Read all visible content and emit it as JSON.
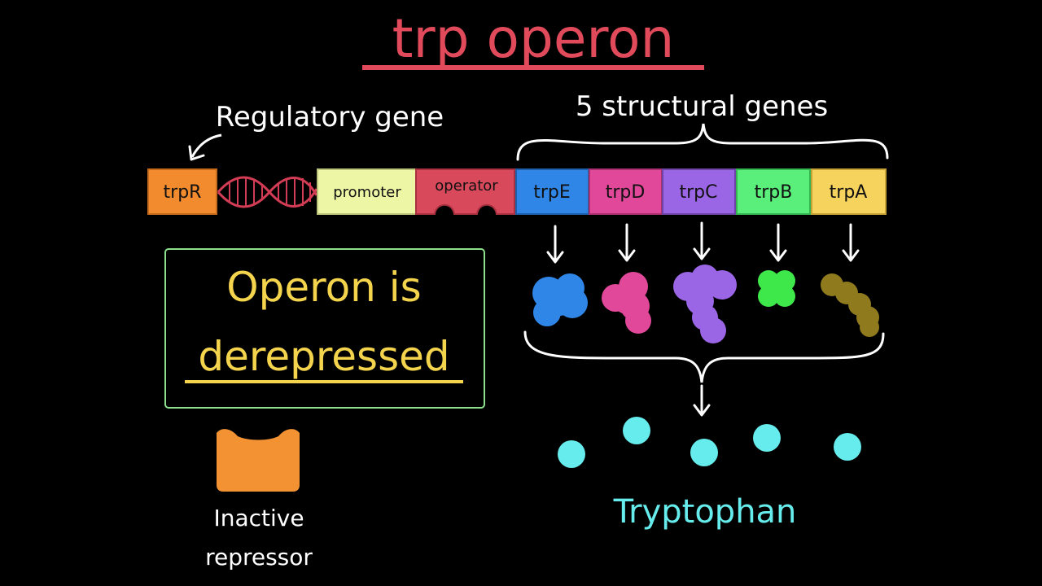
{
  "title": "trp operon",
  "labels": {
    "regulatory_gene": "Regulatory gene",
    "structural_genes": "5 structural genes",
    "product": "Tryptophan"
  },
  "status": {
    "line1": "Operon is",
    "line2": "derepressed"
  },
  "repressor": {
    "line1": "Inactive",
    "line2": "repressor"
  },
  "segments": {
    "regulator": "trpR",
    "promoter": "promoter",
    "operator": "operator",
    "genes": [
      "trpE",
      "trpD",
      "trpC",
      "trpB",
      "trpA"
    ]
  },
  "colors": {
    "title": "#e14a5a",
    "trpR": "#f28a2e",
    "dna": "#d23c55",
    "promoter": "#ecf6a4",
    "operator": "#d8495b",
    "trpE": "#2f86e6",
    "trpD": "#e2489a",
    "trpC": "#9b66e6",
    "trpB": "#5aee7b",
    "trpA": "#f6d35c",
    "status_text": "#f4d44d",
    "status_border": "#8ce08c",
    "repressor": "#f39233",
    "tryptophan": "#66ecec"
  },
  "protein_colors": [
    "#2f86e6",
    "#e2489a",
    "#9b66e6",
    "#3fe84a",
    "#8f7a1e"
  ]
}
